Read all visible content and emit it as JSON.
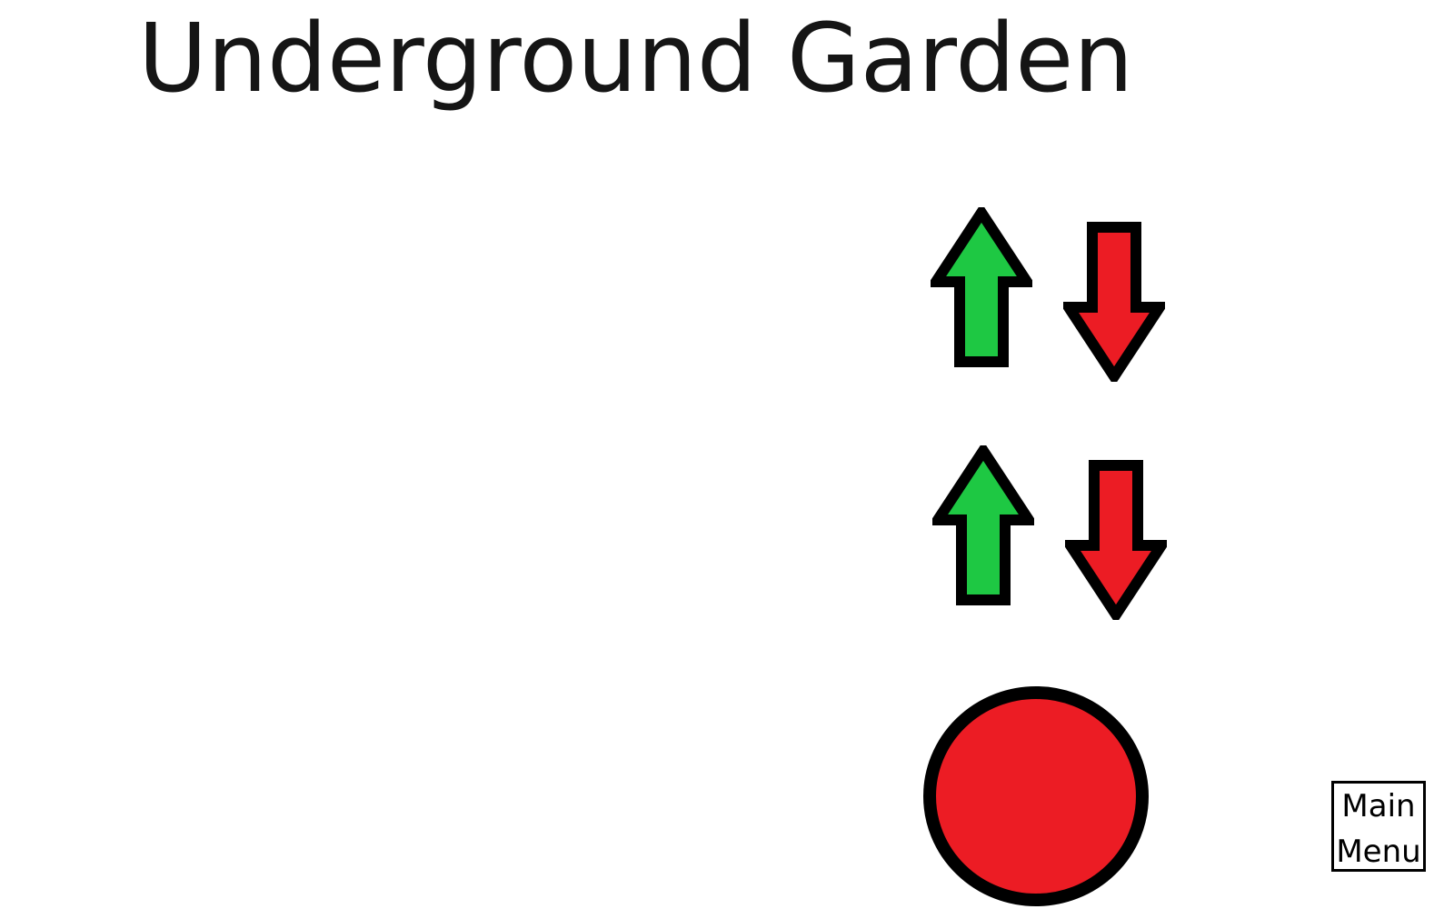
{
  "screen": {
    "title": "Underground Garden"
  },
  "controls": {
    "rows": [
      {
        "up": {
          "icon": "green-up-arrow-icon"
        },
        "down": {
          "icon": "red-down-arrow-icon"
        }
      },
      {
        "up": {
          "icon": "green-up-arrow-icon"
        },
        "down": {
          "icon": "red-down-arrow-icon"
        }
      }
    ],
    "record": {
      "icon": "red-circle-icon"
    }
  },
  "menu_button": {
    "line1": "Main",
    "line2": "Menu"
  },
  "colors": {
    "background": "#ffffff",
    "up_arrow": "#1ec843",
    "down_arrow": "#ec1c24",
    "circle": "#ec1c24",
    "outline": "#000000"
  }
}
